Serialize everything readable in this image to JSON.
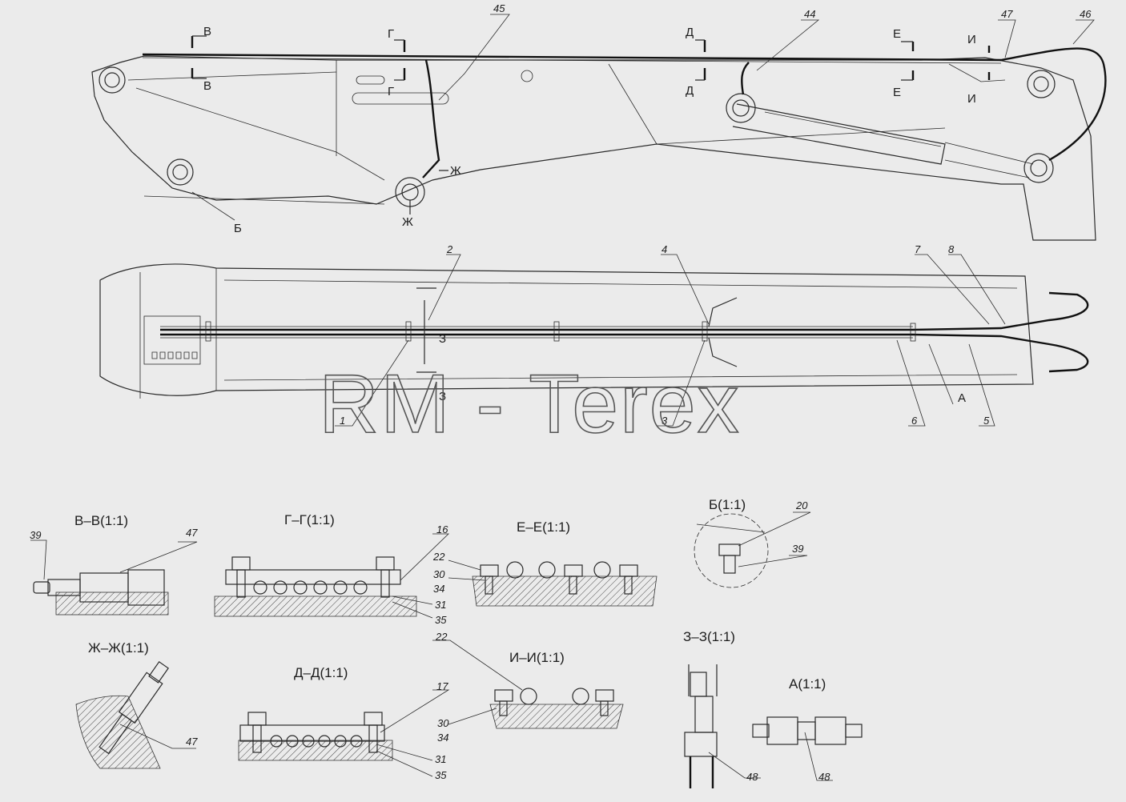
{
  "watermark": "RM - Terex",
  "top_view": {
    "section_marks": [
      "В",
      "В",
      "Г",
      "Г",
      "Д",
      "Д",
      "Е",
      "Е",
      "И",
      "И",
      "Ж",
      "Ж",
      "Б"
    ],
    "part_numbers": [
      "45",
      "44",
      "47",
      "46"
    ]
  },
  "plan_view": {
    "part_numbers": [
      "2",
      "4",
      "7",
      "8",
      "1",
      "3",
      "6",
      "5"
    ],
    "marks": [
      "З",
      "З",
      "А"
    ]
  },
  "sections": {
    "vv": {
      "title": "В–В(1:1)",
      "parts": [
        "39",
        "47"
      ]
    },
    "gg": {
      "title": "Г–Г(1:1)",
      "parts": [
        "16",
        "31",
        "35"
      ]
    },
    "ee": {
      "title": "Е–Е(1:1)",
      "parts": [
        "22",
        "30",
        "34"
      ]
    },
    "b": {
      "title": "Б(1:1)",
      "parts": [
        "20",
        "39"
      ]
    },
    "zhzh": {
      "title": "Ж–Ж(1:1)",
      "parts": [
        "47"
      ]
    },
    "dd": {
      "title": "Д–Д(1:1)",
      "parts": [
        "17",
        "31",
        "35"
      ]
    },
    "ii": {
      "title": "И–И(1:1)",
      "parts": [
        "22",
        "30",
        "34"
      ]
    },
    "zz": {
      "title": "З–З(1:1)",
      "parts": [
        "48"
      ]
    },
    "a": {
      "title": "А(1:1)",
      "parts": [
        "48"
      ]
    }
  }
}
